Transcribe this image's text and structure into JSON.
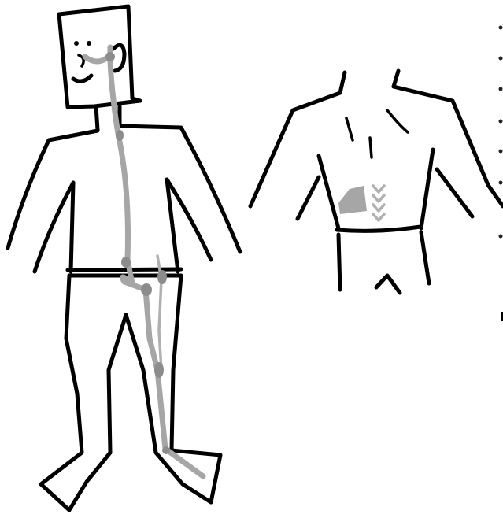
{
  "colors": {
    "ink": "#000000",
    "pathway": "#a6a6a6",
    "node": "#8c8c8c",
    "background": "#ffffff"
  },
  "figures": [
    {
      "id": "front-body",
      "description_name": "full-body-figure"
    },
    {
      "id": "back-torso",
      "description_name": "torso-figure"
    }
  ],
  "legend_bullets": 7
}
